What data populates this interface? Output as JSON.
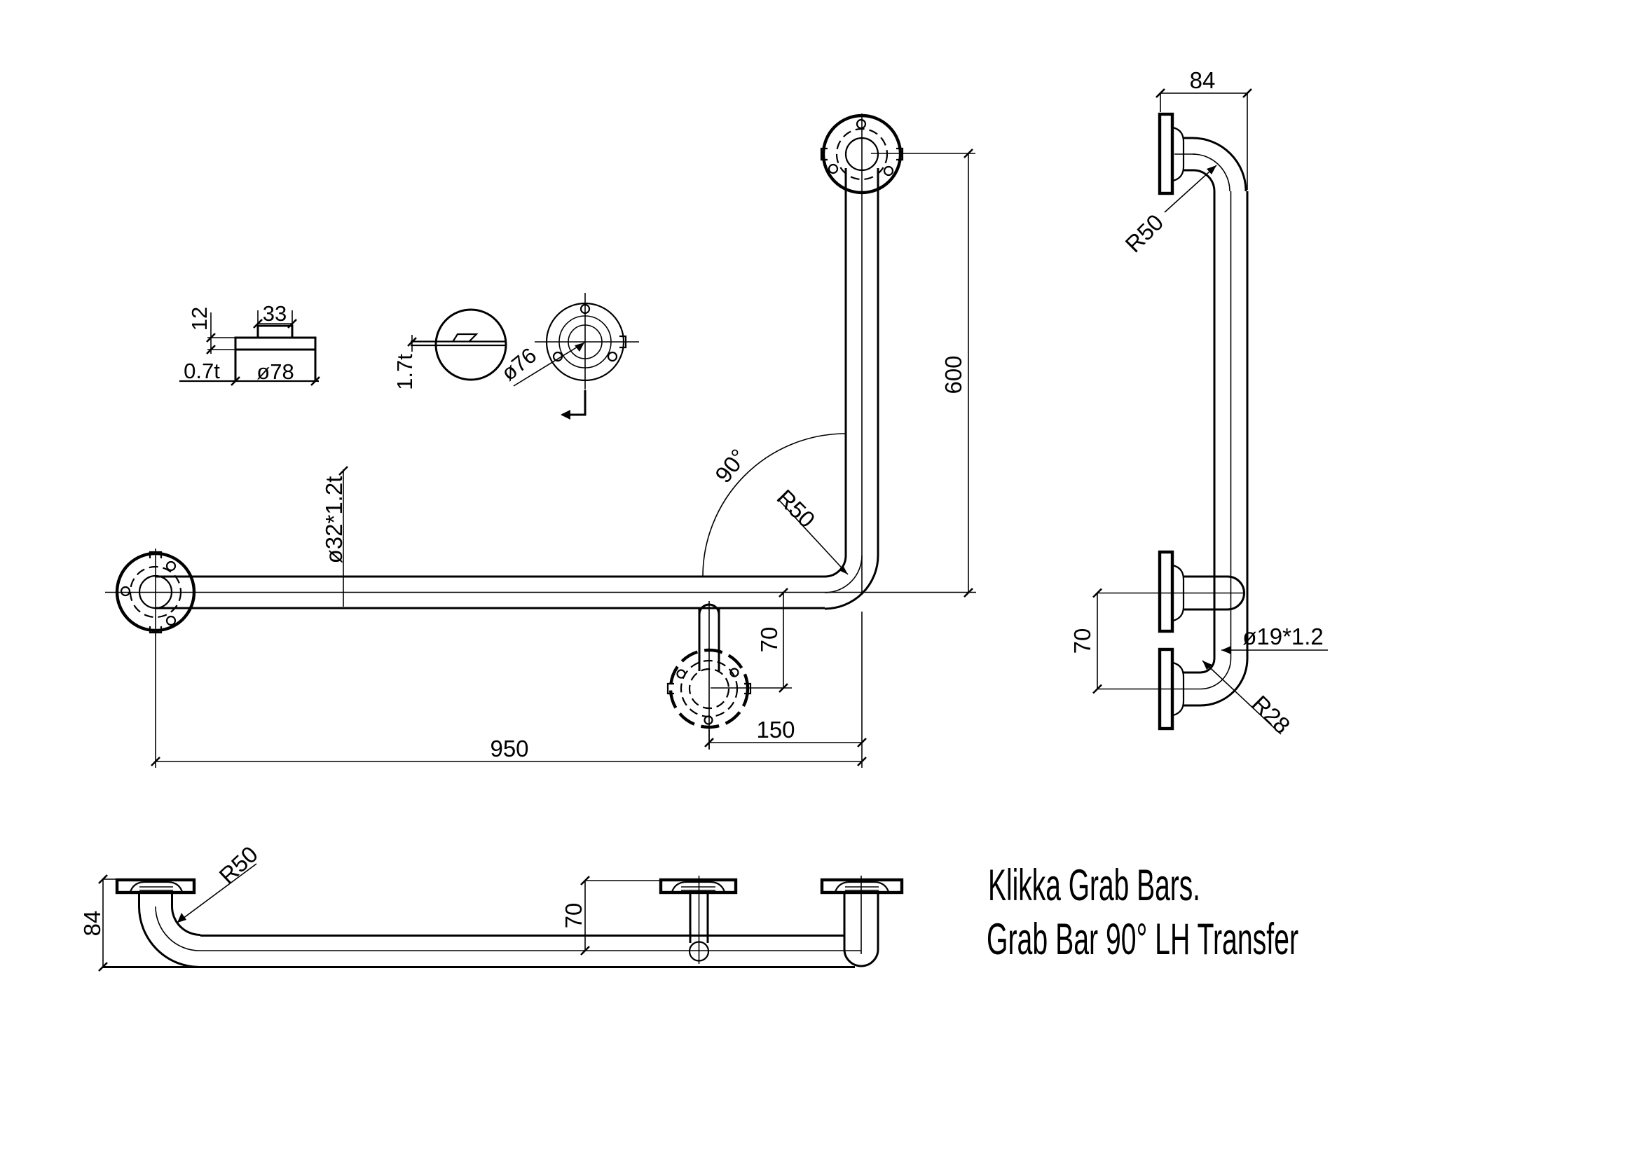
{
  "title": {
    "line1": "Klikka Grab Bars.",
    "line2": "Grab Bar 90° LH Transfer"
  },
  "front_view": {
    "length": "950",
    "height": "600",
    "bend_angle": "90°",
    "bend_radius": "R50",
    "tube_spec": "ø32*1.2t",
    "support_offset": "70",
    "support_spacing": "150"
  },
  "side_view": {
    "wall_offset": "84",
    "bend_radius": "R50",
    "support_offset": "70",
    "post_spec": "ø19*1.2",
    "post_bend_radius": "R28"
  },
  "bottom_view": {
    "wall_offset": "84",
    "bend_radius": "R50",
    "support_offset": "70"
  },
  "flange_section_detail": {
    "plate_thickness": "12",
    "boss_width": "33",
    "cap_thickness": "0.7t",
    "diameter": "ø78"
  },
  "cap_section_detail": {
    "thickness": "1.7t"
  },
  "flange_face_detail": {
    "bolt_circle": "ø76"
  },
  "colors": {
    "line": "#000000",
    "background": "#ffffff"
  }
}
